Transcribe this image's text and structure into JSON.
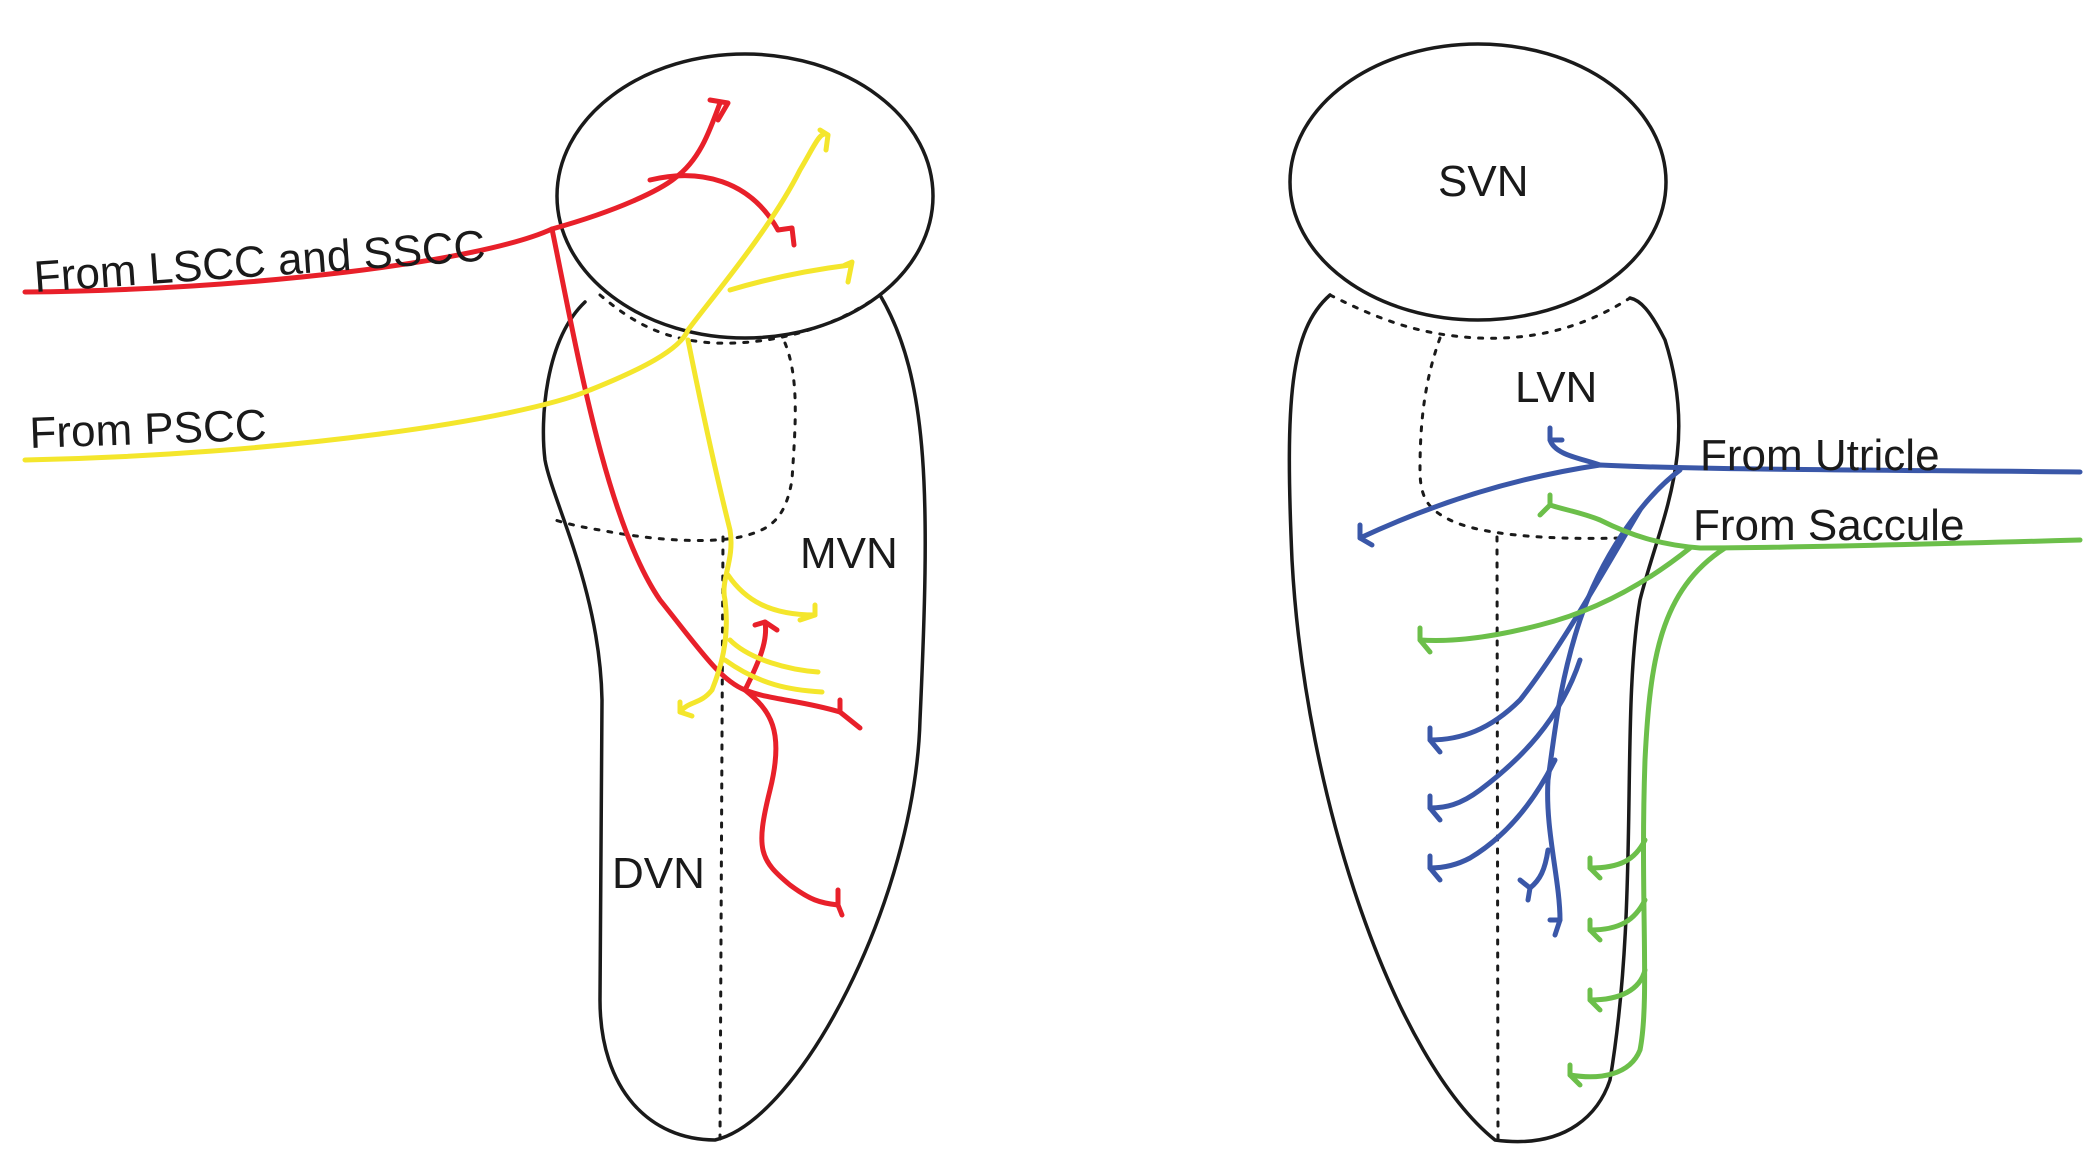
{
  "colors": {
    "outline": "#1a1a1a",
    "canal_lscc_sscc": "#e8202a",
    "canal_pscc": "#f4e62c",
    "utricle": "#3a57a8",
    "saccule": "#6cbf4a"
  },
  "left_panel": {
    "input_lscc_sscc": "From LSCC and SSCC",
    "input_pscc": "From PSCC",
    "nucleus_mvn": "MVN",
    "nucleus_dvn": "DVN"
  },
  "right_panel": {
    "nucleus_svn": "SVN",
    "nucleus_lvn": "LVN",
    "input_utricle": "From Utricle",
    "input_saccule": "From Saccule"
  }
}
